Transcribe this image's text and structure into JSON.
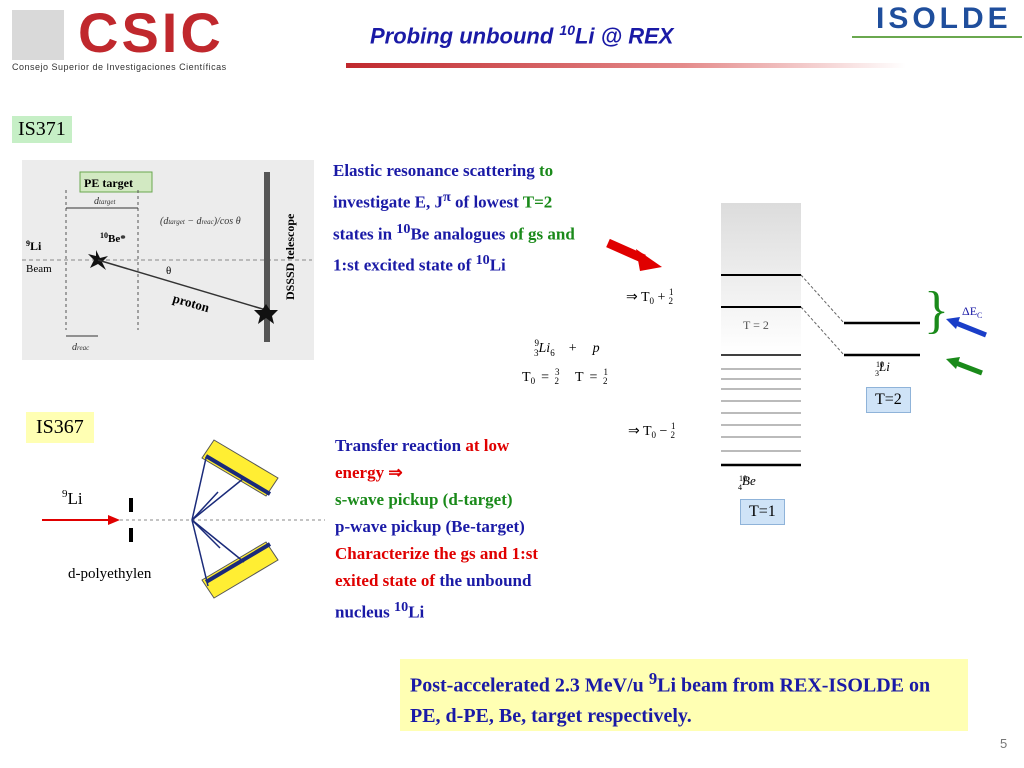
{
  "header": {
    "csic_logo_text": "CSIC",
    "csic_subtitle": "Consejo Superior de Investigaciones Científicas",
    "title_pre": "Probing unbound ",
    "title_mass": "10",
    "title_post": "Li @ REX",
    "isolde_logo_text": "ISOLDE"
  },
  "experiments": {
    "is371": "IS371",
    "is367": "IS367"
  },
  "figure1": {
    "pe_target": "PE target",
    "d_target_sub": "target",
    "d_formula": "(d",
    "d_formula_rest": ")/cos θ",
    "be_label": "Be*",
    "be_mass": "10",
    "li_mass": "9",
    "li_label": "Li",
    "beam": "Beam",
    "theta": "θ",
    "proton": "proton",
    "d_reac_sub": "reac",
    "telescope": "DSSSD telescope"
  },
  "block1": {
    "l1a": "Elastic resonance scattering ",
    "l1b": "to",
    "l2a": "investigate E, J",
    "l2pi": "π",
    "l2b": " of lowest ",
    "l2c": "T=2",
    "l3a": "states in ",
    "l3sup": "10",
    "l3b": "Be analogues",
    "l3c": " of gs and",
    "l4a": "1:st excited state of ",
    "l4sup": "10",
    "l4b": "Li"
  },
  "level_scheme": {
    "t0_plus": "T",
    "t0_plus_sub": "0",
    "t0_plus_op": "+",
    "half_num": "1",
    "half_den": "2",
    "t0_minus_op": "−",
    "t_eq_2": "T = 2",
    "li9_mass": "9",
    "li9_z": "3",
    "li9_sym": "Li",
    "li9_n": "6",
    "plus": "+",
    "p": "p",
    "t0_eq": "T",
    "t0_eq_sub": "0",
    "eq": "=",
    "three": "3",
    "two": "2",
    "t_eq": "T",
    "one": "1",
    "li10_mass": "10",
    "li10_z": "3",
    "li10_sym": "Li",
    "be10_mass": "10",
    "be10_z": "4",
    "be10_sym": "Be",
    "delta_e": "ΔE",
    "delta_e_sub": "C",
    "t2_box": "T=2",
    "t1_box": "T=1"
  },
  "figure2": {
    "li_mass": "9",
    "li_label": "Li",
    "target_label": "d-polyethylen"
  },
  "block2": {
    "l1a": "Transfer reaction ",
    "l1b": "at low",
    "l2a": "energy ",
    "l2arrow": "⇒",
    "l3": "s-wave pickup (d-target)",
    "l4": "p-wave pickup  (Be-target)",
    "l5": "Characterize the gs and 1:st",
    "l6a": "exited state of ",
    "l6b": "the unbound",
    "l7a": "nucleus ",
    "l7sup": "10",
    "l7b": "Li"
  },
  "bottom": {
    "a": "Post-accelerated 2.3 MeV/u ",
    "sup": "9",
    "b": "Li beam from REX-ISOLDE on PE, d-PE, Be, target respectively."
  },
  "page_number": "5",
  "colors": {
    "title_blue": "#1a1aa6",
    "csic_red": "#c0282d",
    "isolde_blue": "#1f4e9c",
    "text_green": "#1a8a1a",
    "text_red": "#e00000",
    "highlight_yellow": "#ffffb3",
    "highlight_green": "#c6efc6",
    "box_blue": "#cfe3f7"
  }
}
